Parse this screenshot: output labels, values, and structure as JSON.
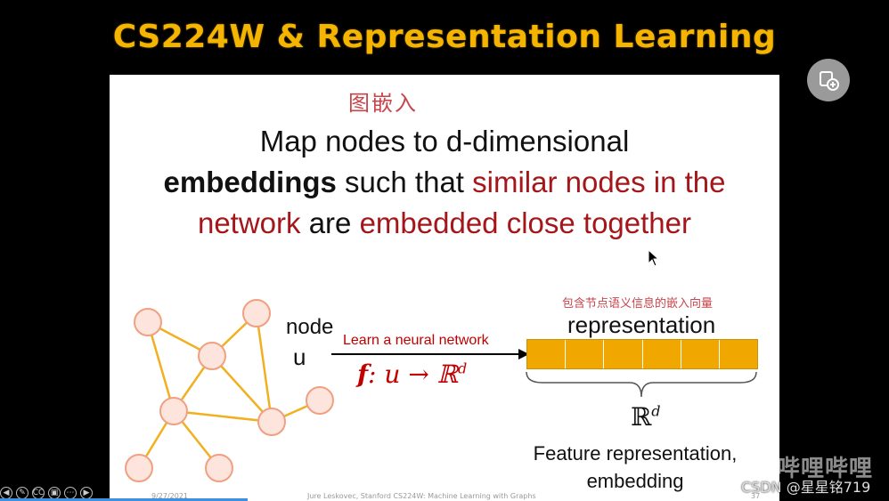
{
  "slide": {
    "title": "CS224W & Representation Learning",
    "hand_note_top": "图嵌入",
    "headline": {
      "part1": "Map nodes to d-dimensional",
      "part2_bold": "embeddings",
      "part3": " such that ",
      "part4_red": "similar nodes in the network",
      "part5": " are ",
      "part6_red": "embedded close together"
    },
    "node_label": "node",
    "u_label": "u",
    "arrow_label": "Learn a neural network",
    "function": {
      "f": "f",
      "rest": ": u → ℝ",
      "sup": "d"
    },
    "hand_note_right": "包含节点语义信息的嵌入向量",
    "representation_label": "representation",
    "vector_cells": 6,
    "rd": {
      "base": "ℝ",
      "sup": "d"
    },
    "feature_line1": "Feature representation,",
    "feature_line2": "embedding",
    "footer_date": "9/27/2021",
    "footer_text": "Jure Leskovec, Stanford CS224W: Machine Learning with Graphs",
    "footer_page": "37"
  },
  "toolbar": {
    "icons": [
      "back-icon",
      "pen-icon",
      "cc-icon",
      "video-icon",
      "more-icon",
      "forward-icon"
    ],
    "glyphs": [
      "◀",
      "✎",
      "CC",
      "▣",
      "⋯",
      "▶"
    ]
  },
  "watermark": "CSDN @星星铭719",
  "bili_logo": "哔哩哔哩",
  "colors": {
    "title": "#f5b400",
    "accent_red": "#a4161a",
    "node_fill": "#fde5de",
    "node_stroke": "#f0a080",
    "edge": "#f0b020",
    "vector": "#f0a800"
  }
}
